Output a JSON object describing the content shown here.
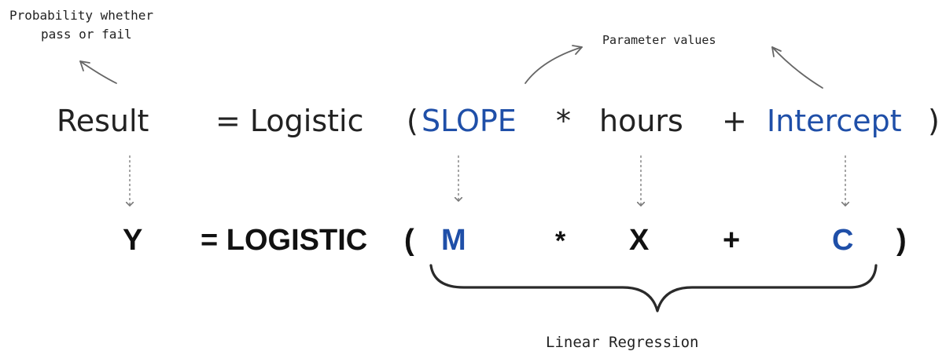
{
  "annotations": {
    "probability_line1": "Probability whether",
    "probability_line2": "pass or fail",
    "parameter_values": "Parameter values",
    "linear_regression": "Linear Regression"
  },
  "word_equation": {
    "result": "Result",
    "equals_logistic": "= Logistic",
    "open_paren": "(",
    "slope": "SLOPE",
    "times": "*",
    "hours": "hours",
    "plus": "+",
    "intercept": "Intercept",
    "close_paren": ")"
  },
  "symbol_equation": {
    "y": "Y",
    "equals_logistic": "= LOGISTIC",
    "open_paren": "(",
    "m": "M",
    "times": "*",
    "x": "X",
    "plus": "+",
    "c": "C",
    "close_paren": ")"
  },
  "colors": {
    "parameter_blue": "#1f4fa8",
    "text": "#222222",
    "arrow": "#666666",
    "dashed_arrow": "#777777"
  }
}
